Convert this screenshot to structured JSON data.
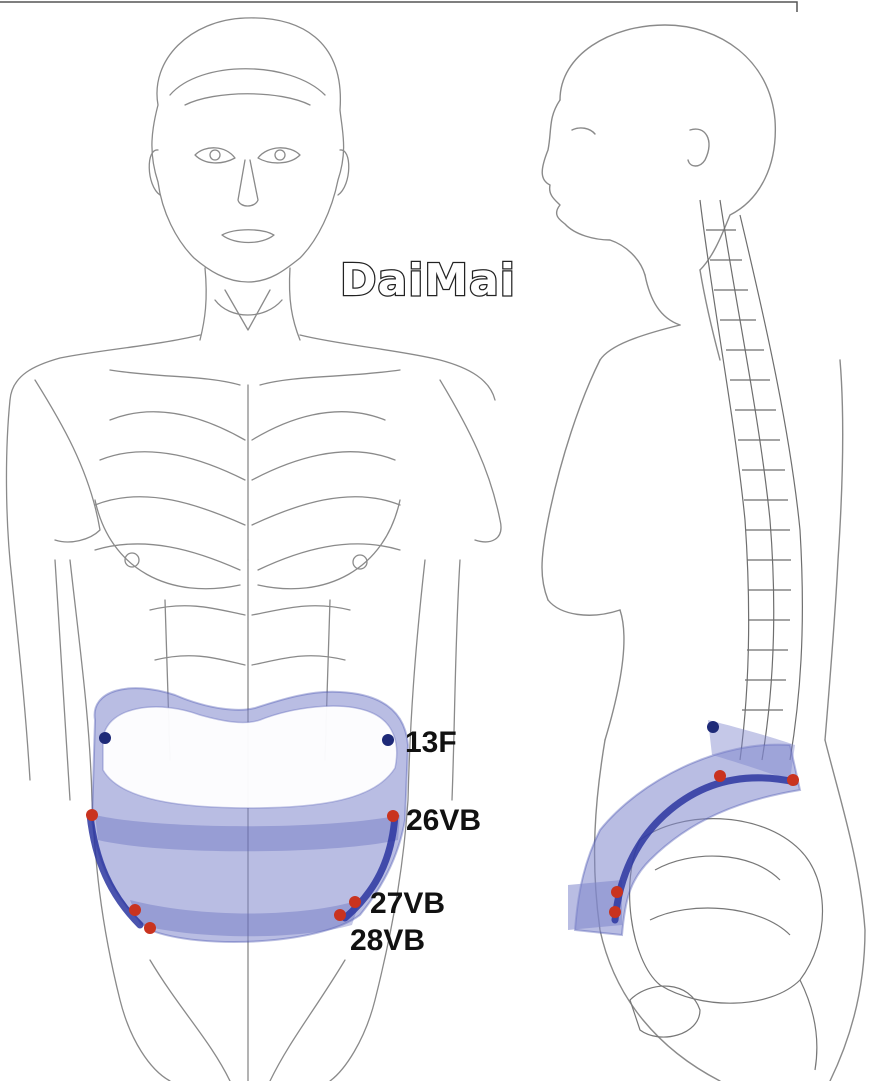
{
  "title": "DaiMai",
  "points": {
    "p13f": "13F",
    "p26vb": "26VB",
    "p27vb": "27VB",
    "p28vb": "28VB"
  },
  "colors": {
    "belt_fill": "#7f86cc",
    "belt_edge": "#3a45a8",
    "belt_dark": "#2b36a0",
    "point_blue": "#1e2a78",
    "point_red": "#c9331f",
    "line_art": "#8a8a8a",
    "text": "#111111"
  },
  "icons": {
    "front_figure": "front-torso-anatomy-illustration",
    "side_figure": "side-profile-spine-illustration"
  }
}
